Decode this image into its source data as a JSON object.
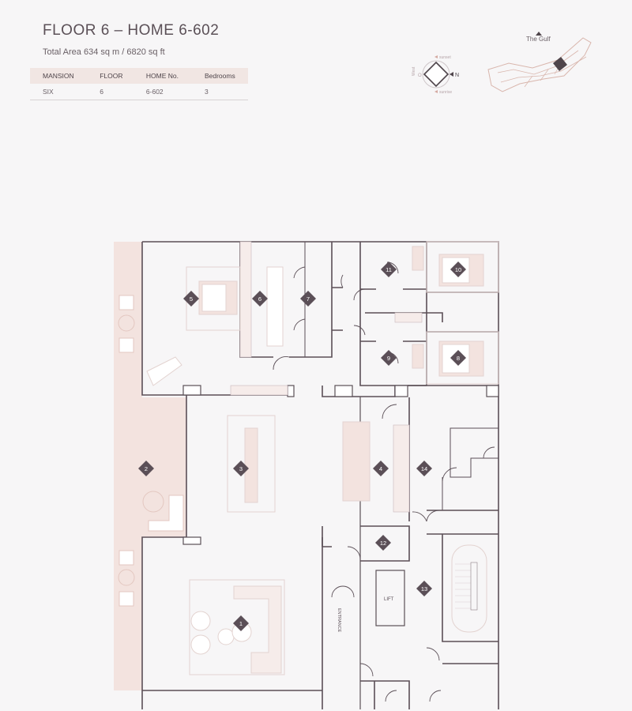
{
  "header": {
    "title": "FLOOR 6 – HOME 6-602",
    "area": "Total Area 634 sq m / 6820 sq ft"
  },
  "info_table": {
    "columns": [
      "MANSION",
      "FLOOR",
      "HOME No.",
      "Bedrooms"
    ],
    "row": [
      "SIX",
      "6",
      "6-602",
      "3"
    ]
  },
  "compass": {
    "north": "N",
    "sunset": "sunset",
    "sunrise": "sunrise",
    "west": "West",
    "east_mark": "O"
  },
  "keyplan": {
    "label": "The Gulf"
  },
  "plan": {
    "lift_label": "LIFT",
    "entrance_label": "ENTRANCE",
    "markers": [
      "1",
      "2",
      "3",
      "4",
      "5",
      "6",
      "7",
      "8",
      "9",
      "10",
      "11",
      "12",
      "13",
      "14"
    ]
  },
  "colors": {
    "wall": "#5b4f57",
    "terrace": "#f3e3df",
    "marker": "#5b4f57",
    "furniture": "#e8d9d5"
  }
}
